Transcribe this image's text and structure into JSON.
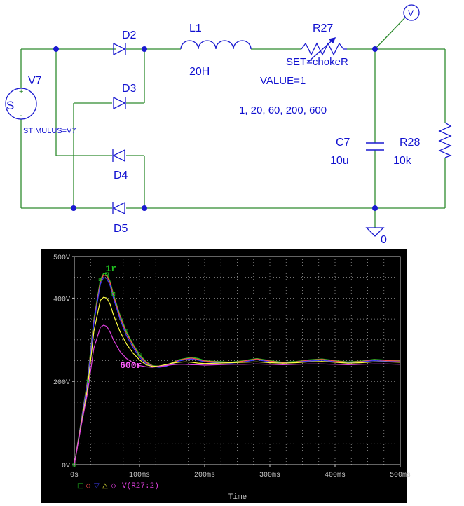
{
  "schematic": {
    "source": {
      "name": "V7",
      "letter": "S",
      "plus": "+",
      "minus": "-",
      "stimulus": "STIMULUS=V7"
    },
    "diodes": {
      "d2": "D2",
      "d3": "D3",
      "d4": "D4",
      "d5": "D5"
    },
    "inductor": {
      "name": "L1",
      "value": "20H"
    },
    "pot": {
      "name": "R27",
      "set": "SET=chokeR",
      "value": "VALUE=1",
      "sweep": "1, 20, 60, 200, 600"
    },
    "capacitor": {
      "name": "C7",
      "value": "10u"
    },
    "resistor": {
      "name": "R28",
      "value": "10k"
    },
    "ground_label": "0",
    "probe_label": "V"
  },
  "colors": {
    "wire": "#2e8b2e",
    "component": "#1a1ad0",
    "junction": "#1a1ad0",
    "plot_bg": "#000000",
    "grid": "#9a9a9a",
    "axis_text": "#c8c8c8",
    "series_colors": [
      "#20c020",
      "#ff5050",
      "#4040ff",
      "#ffff40",
      "#e040e0"
    ]
  },
  "chart_data": {
    "type": "line",
    "xlabel": "Time",
    "ylabel": "",
    "xlim": [
      0,
      500
    ],
    "ylim": [
      0,
      500
    ],
    "x_ticks": [
      "0s",
      "100ms",
      "200ms",
      "300ms",
      "400ms",
      "500ms"
    ],
    "y_ticks": [
      "0V",
      "200V",
      "400V",
      "500V"
    ],
    "y_tick_values": [
      0,
      200,
      400,
      500
    ],
    "grid": true,
    "legend_text": "V(R27:2)",
    "legend_markers": [
      "□",
      "◇",
      "▽",
      "△",
      "◇"
    ],
    "annotations": [
      {
        "text": "1r",
        "x": 48,
        "y": 465,
        "color": "#20c020"
      },
      {
        "text": "600r",
        "x": 70,
        "y": 232,
        "color": "#ff60ff"
      }
    ],
    "series": [
      {
        "points": [
          [
            0,
            0
          ],
          [
            10,
            100
          ],
          [
            20,
            200
          ],
          [
            30,
            350
          ],
          [
            40,
            445
          ],
          [
            45,
            460
          ],
          [
            50,
            458
          ],
          [
            55,
            440
          ],
          [
            60,
            410
          ],
          [
            70,
            360
          ],
          [
            80,
            320
          ],
          [
            90,
            290
          ],
          [
            100,
            265
          ],
          [
            110,
            248
          ],
          [
            120,
            238
          ],
          [
            130,
            236
          ],
          [
            140,
            238
          ],
          [
            150,
            245
          ],
          [
            160,
            252
          ],
          [
            170,
            255
          ],
          [
            180,
            258
          ],
          [
            190,
            255
          ],
          [
            200,
            250
          ],
          [
            220,
            248
          ],
          [
            240,
            246
          ],
          [
            260,
            250
          ],
          [
            280,
            255
          ],
          [
            300,
            250
          ],
          [
            320,
            246
          ],
          [
            340,
            248
          ],
          [
            360,
            252
          ],
          [
            380,
            254
          ],
          [
            400,
            250
          ],
          [
            420,
            247
          ],
          [
            440,
            249
          ],
          [
            460,
            253
          ],
          [
            480,
            251
          ],
          [
            500,
            250
          ]
        ]
      },
      {
        "points": [
          [
            0,
            0
          ],
          [
            10,
            98
          ],
          [
            20,
            196
          ],
          [
            30,
            345
          ],
          [
            40,
            440
          ],
          [
            45,
            456
          ],
          [
            50,
            453
          ],
          [
            55,
            436
          ],
          [
            60,
            406
          ],
          [
            70,
            356
          ],
          [
            80,
            316
          ],
          [
            90,
            287
          ],
          [
            100,
            262
          ],
          [
            110,
            246
          ],
          [
            120,
            237
          ],
          [
            130,
            235
          ],
          [
            140,
            237
          ],
          [
            150,
            244
          ],
          [
            160,
            251
          ],
          [
            170,
            254
          ],
          [
            180,
            256
          ],
          [
            190,
            253
          ],
          [
            200,
            249
          ],
          [
            220,
            247
          ],
          [
            240,
            245
          ],
          [
            260,
            249
          ],
          [
            280,
            254
          ],
          [
            300,
            249
          ],
          [
            320,
            245
          ],
          [
            340,
            247
          ],
          [
            360,
            251
          ],
          [
            380,
            253
          ],
          [
            400,
            249
          ],
          [
            420,
            246
          ],
          [
            440,
            248
          ],
          [
            460,
            252
          ],
          [
            480,
            250
          ],
          [
            500,
            249
          ]
        ]
      },
      {
        "points": [
          [
            0,
            0
          ],
          [
            10,
            96
          ],
          [
            20,
            192
          ],
          [
            30,
            340
          ],
          [
            40,
            434
          ],
          [
            45,
            450
          ],
          [
            50,
            447
          ],
          [
            55,
            430
          ],
          [
            60,
            400
          ],
          [
            70,
            350
          ],
          [
            80,
            310
          ],
          [
            90,
            282
          ],
          [
            100,
            258
          ],
          [
            110,
            243
          ],
          [
            120,
            236
          ],
          [
            130,
            234
          ],
          [
            140,
            236
          ],
          [
            150,
            242
          ],
          [
            160,
            249
          ],
          [
            170,
            252
          ],
          [
            180,
            254
          ],
          [
            190,
            251
          ],
          [
            200,
            247
          ],
          [
            220,
            245
          ],
          [
            240,
            244
          ],
          [
            260,
            247
          ],
          [
            280,
            252
          ],
          [
            300,
            247
          ],
          [
            320,
            244
          ],
          [
            340,
            246
          ],
          [
            360,
            249
          ],
          [
            380,
            251
          ],
          [
            400,
            247
          ],
          [
            420,
            245
          ],
          [
            440,
            247
          ],
          [
            460,
            250
          ],
          [
            480,
            248
          ],
          [
            500,
            247
          ]
        ]
      },
      {
        "points": [
          [
            0,
            0
          ],
          [
            10,
            92
          ],
          [
            20,
            180
          ],
          [
            30,
            320
          ],
          [
            40,
            395
          ],
          [
            45,
            402
          ],
          [
            50,
            400
          ],
          [
            55,
            385
          ],
          [
            60,
            360
          ],
          [
            70,
            320
          ],
          [
            80,
            290
          ],
          [
            90,
            268
          ],
          [
            100,
            252
          ],
          [
            110,
            240
          ],
          [
            120,
            236
          ],
          [
            130,
            237
          ],
          [
            140,
            240
          ],
          [
            150,
            244
          ],
          [
            160,
            246
          ],
          [
            170,
            247
          ],
          [
            180,
            246
          ],
          [
            190,
            244
          ],
          [
            200,
            243
          ],
          [
            220,
            244
          ],
          [
            240,
            245
          ],
          [
            260,
            246
          ],
          [
            280,
            247
          ],
          [
            300,
            245
          ],
          [
            320,
            244
          ],
          [
            340,
            245
          ],
          [
            360,
            247
          ],
          [
            380,
            248
          ],
          [
            400,
            246
          ],
          [
            420,
            244
          ],
          [
            440,
            245
          ],
          [
            460,
            247
          ],
          [
            480,
            247
          ],
          [
            500,
            246
          ]
        ]
      },
      {
        "points": [
          [
            0,
            0
          ],
          [
            10,
            88
          ],
          [
            20,
            170
          ],
          [
            30,
            280
          ],
          [
            40,
            330
          ],
          [
            45,
            335
          ],
          [
            50,
            332
          ],
          [
            55,
            318
          ],
          [
            60,
            300
          ],
          [
            70,
            272
          ],
          [
            80,
            255
          ],
          [
            90,
            245
          ],
          [
            100,
            238
          ],
          [
            110,
            235
          ],
          [
            120,
            234
          ],
          [
            130,
            236
          ],
          [
            140,
            238
          ],
          [
            150,
            240
          ],
          [
            160,
            241
          ],
          [
            170,
            241
          ],
          [
            180,
            240
          ],
          [
            190,
            240
          ],
          [
            200,
            239
          ],
          [
            220,
            240
          ],
          [
            240,
            241
          ],
          [
            260,
            241
          ],
          [
            280,
            242
          ],
          [
            300,
            241
          ],
          [
            320,
            240
          ],
          [
            340,
            241
          ],
          [
            360,
            242
          ],
          [
            380,
            242
          ],
          [
            400,
            241
          ],
          [
            420,
            240
          ],
          [
            440,
            241
          ],
          [
            460,
            242
          ],
          [
            480,
            242
          ],
          [
            500,
            241
          ]
        ]
      }
    ]
  }
}
